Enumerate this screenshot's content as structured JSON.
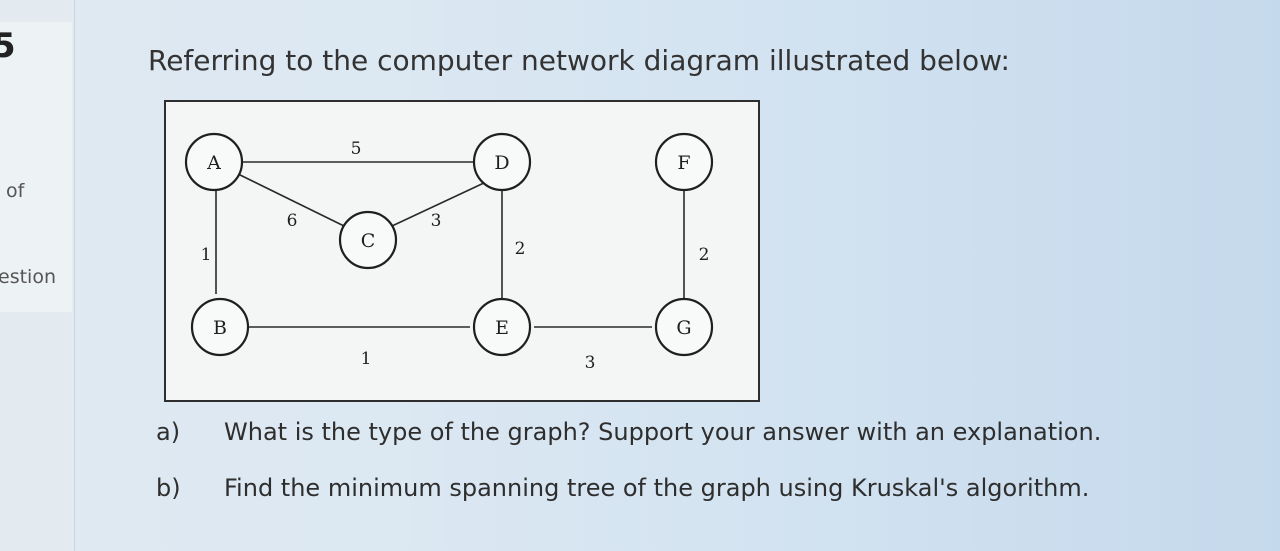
{
  "sidebar": {
    "question_number": "5",
    "of_text": "of",
    "question_text": "estion"
  },
  "question": {
    "prompt": "Referring to the computer network diagram illustrated below:",
    "parts": [
      {
        "letter": "a)",
        "text": "What is the type of the graph? Support your answer with an explanation."
      },
      {
        "letter": "b)",
        "text": "Find the minimum spanning tree of the graph using Kruskal's algorithm."
      }
    ]
  },
  "graph": {
    "nodes": {
      "A": "A",
      "B": "B",
      "C": "C",
      "D": "D",
      "E": "E",
      "F": "F",
      "G": "G"
    },
    "edges": [
      {
        "from": "A",
        "to": "D",
        "weight": "5"
      },
      {
        "from": "A",
        "to": "C",
        "weight": "6"
      },
      {
        "from": "C",
        "to": "D",
        "weight": "3"
      },
      {
        "from": "A",
        "to": "B",
        "weight": "1"
      },
      {
        "from": "D",
        "to": "E",
        "weight": "2"
      },
      {
        "from": "B",
        "to": "E",
        "weight": "1"
      },
      {
        "from": "E",
        "to": "G",
        "weight": "3"
      },
      {
        "from": "F",
        "to": "G",
        "weight": "2"
      }
    ]
  }
}
